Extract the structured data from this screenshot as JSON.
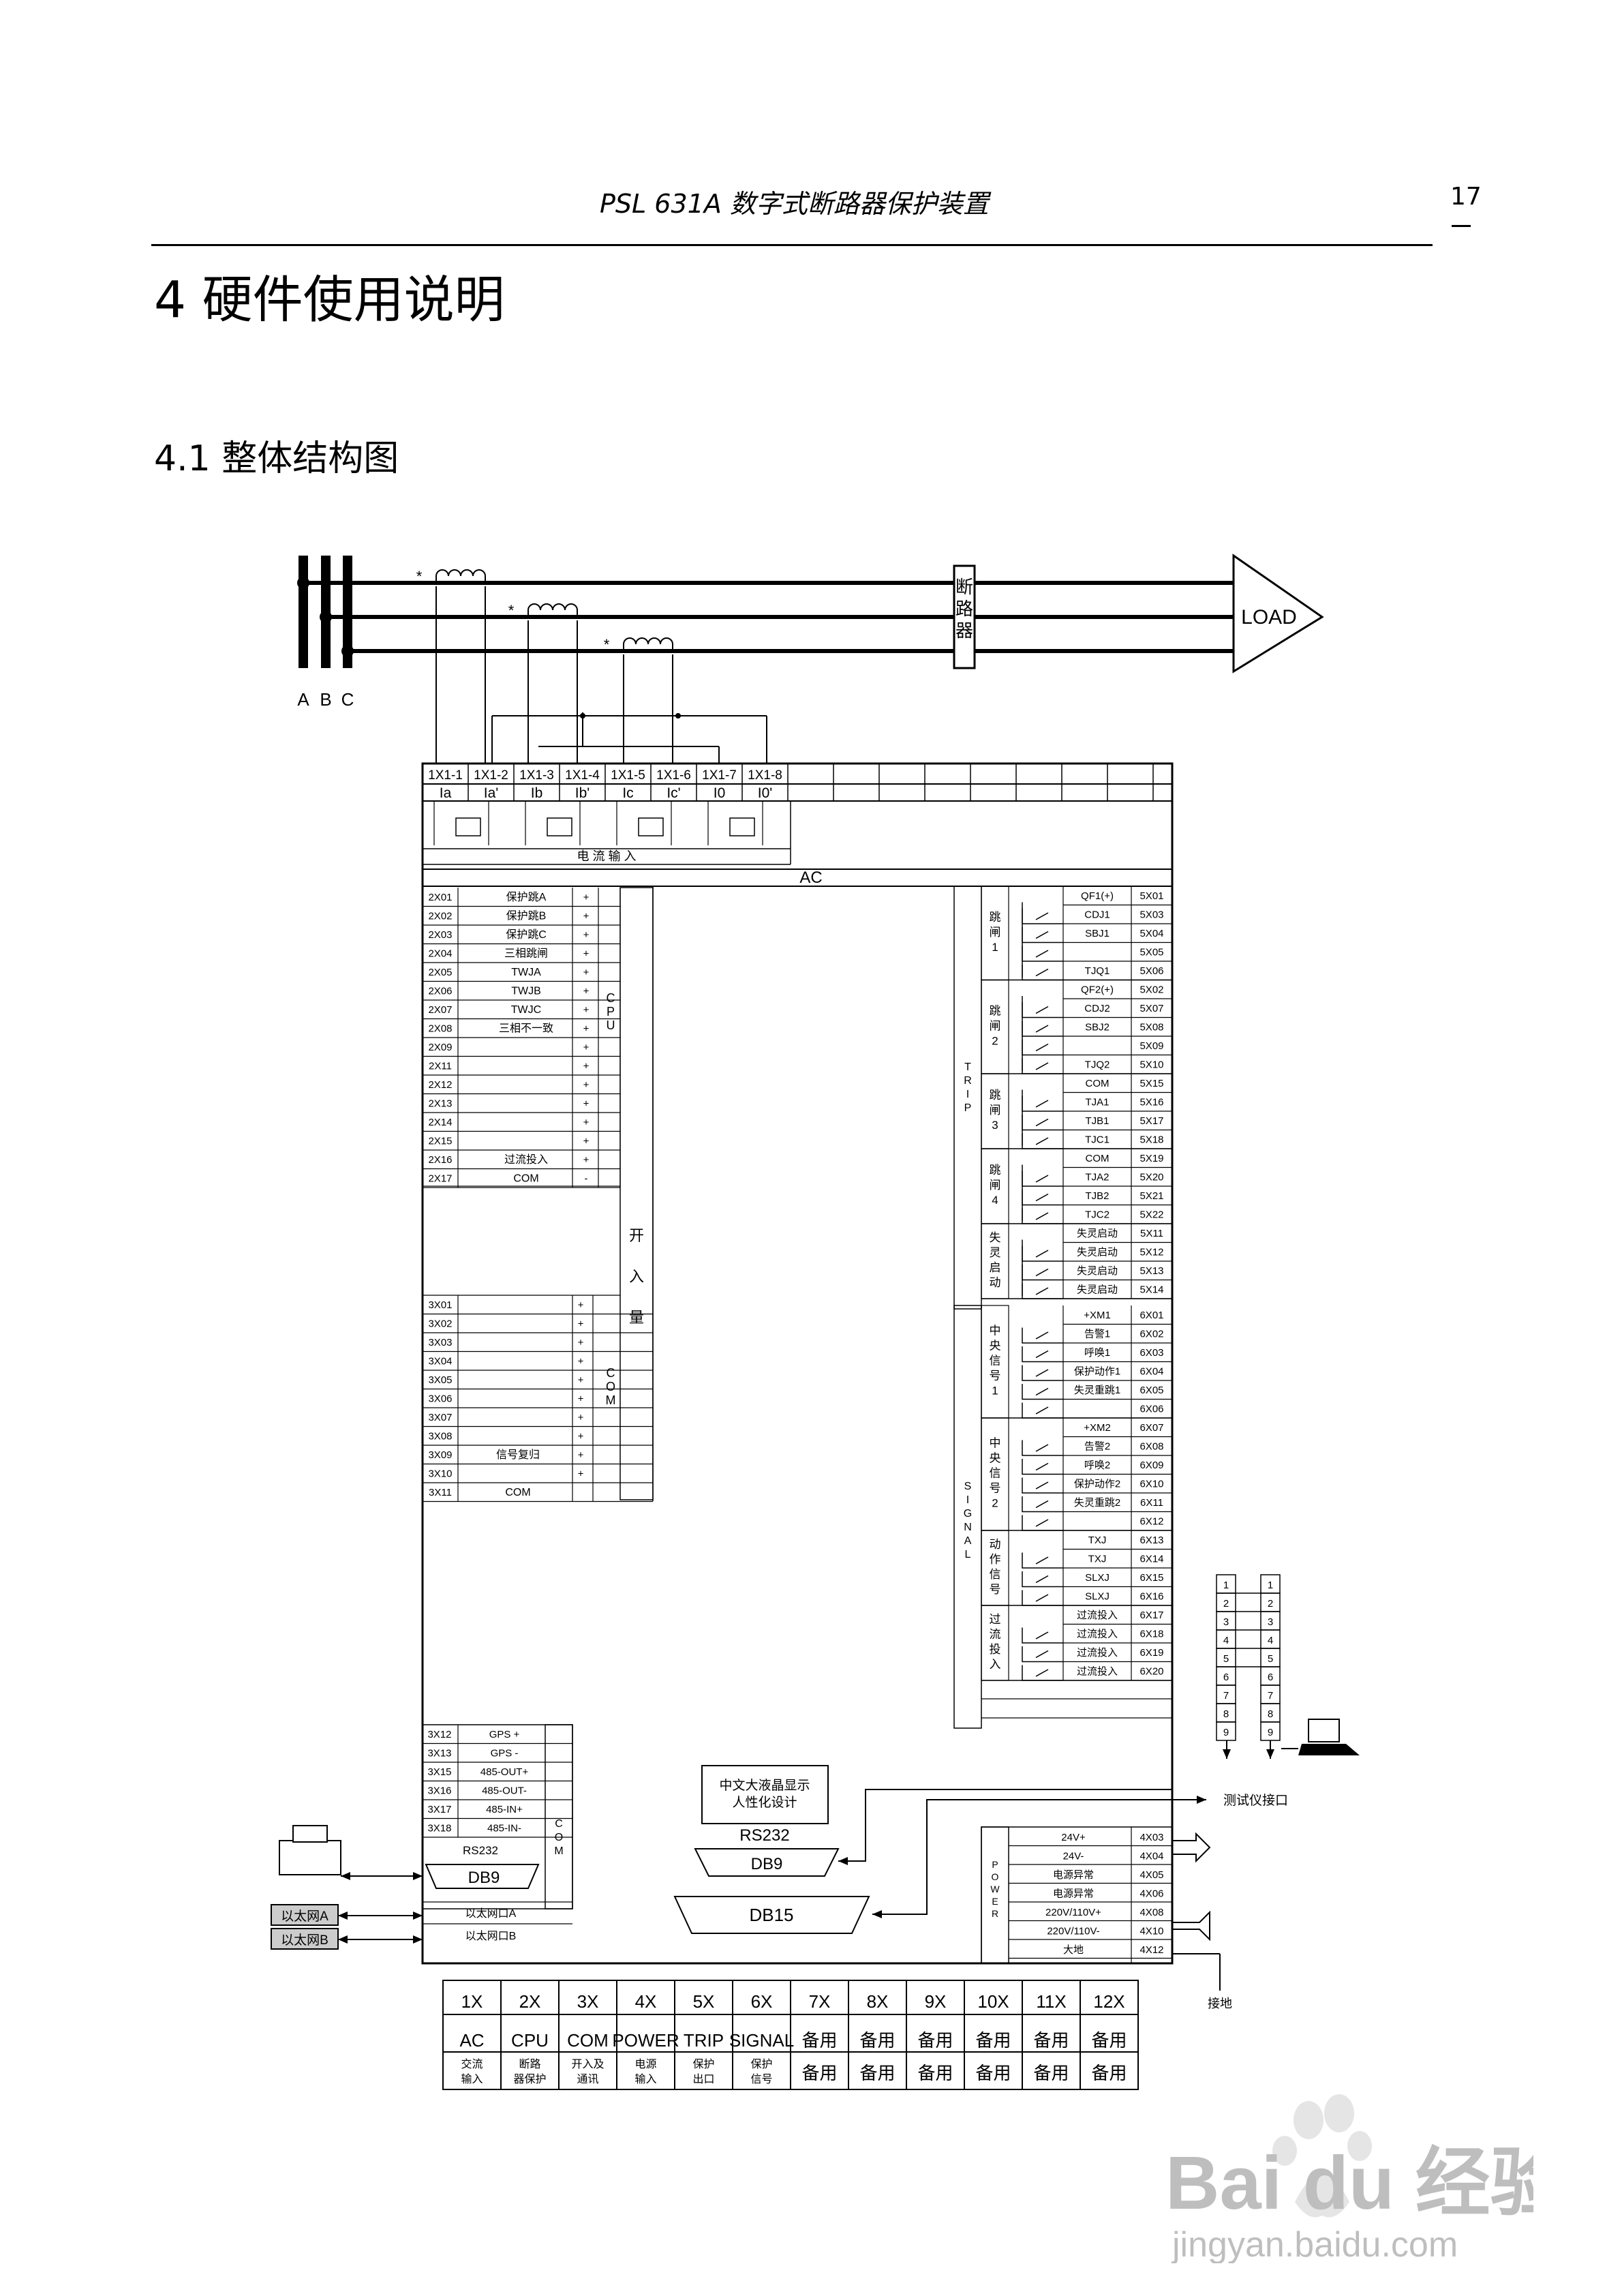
{
  "header": {
    "title": "PSL 631A 数字式断路器保护装置",
    "page": "17"
  },
  "chapter": "4  硬件使用说明",
  "section": "4.1 整体结构图",
  "busbar": {
    "phases": [
      "A",
      "B",
      "C"
    ],
    "breaker": "断路器",
    "load": "LOAD"
  },
  "ac": {
    "terminals": [
      "1X1-1",
      "1X1-2",
      "1X1-3",
      "1X1-4",
      "1X1-5",
      "1X1-6",
      "1X1-7",
      "1X1-8"
    ],
    "labels": [
      "Ia",
      "Ia'",
      "Ib",
      "Ib'",
      "Ic",
      "Ic'",
      "I0",
      "I0'"
    ],
    "caption": "电  流  输  入",
    "title": "AC"
  },
  "cpu": {
    "title": "CPU",
    "board": "开 入 量",
    "rows": [
      [
        "2X01",
        "保护跳A",
        "+"
      ],
      [
        "2X02",
        "保护跳B",
        "+"
      ],
      [
        "2X03",
        "保护跳C",
        "+"
      ],
      [
        "2X04",
        "三相跳闸",
        "+"
      ],
      [
        "2X05",
        "TWJA",
        "+"
      ],
      [
        "2X06",
        "TWJB",
        "+"
      ],
      [
        "2X07",
        "TWJC",
        "+"
      ],
      [
        "2X08",
        "三相不一致",
        "+"
      ],
      [
        "2X09",
        "",
        "+"
      ],
      [
        "2X11",
        "",
        "+"
      ],
      [
        "2X12",
        "",
        "+"
      ],
      [
        "2X13",
        "",
        "+"
      ],
      [
        "2X14",
        "",
        "+"
      ],
      [
        "2X15",
        "",
        "+"
      ],
      [
        "2X16",
        "过流投入",
        "+"
      ],
      [
        "2X17",
        "COM",
        "-"
      ]
    ]
  },
  "com": {
    "title": "COM",
    "rows": [
      [
        "3X01",
        "",
        "+"
      ],
      [
        "3X02",
        "",
        "+"
      ],
      [
        "3X03",
        "",
        "+"
      ],
      [
        "3X04",
        "",
        "+"
      ],
      [
        "3X05",
        "",
        "+"
      ],
      [
        "3X06",
        "",
        "+"
      ],
      [
        "3X07",
        "",
        "+"
      ],
      [
        "3X08",
        "",
        "+"
      ],
      [
        "3X09",
        "信号复归",
        "+"
      ],
      [
        "3X10",
        "",
        "+"
      ],
      [
        "3X11",
        "COM",
        ""
      ]
    ],
    "bottom_rows": [
      [
        "3X12",
        "GPS +"
      ],
      [
        "3X13",
        "GPS -"
      ],
      [
        "3X15",
        "485-OUT+"
      ],
      [
        "3X16",
        "485-OUT-"
      ],
      [
        "3X17",
        "485-IN+"
      ],
      [
        "3X18",
        "485-IN-"
      ]
    ],
    "rs232": "RS232",
    "db9": "DB9",
    "net_a": "以太网口A",
    "net_b": "以太网口B",
    "ext_a": "以太网A",
    "ext_b": "以太网B"
  },
  "trip": {
    "title": "TRIP",
    "groups": [
      {
        "name": "跳闸1",
        "items": [
          [
            "QF1(+)",
            "5X01"
          ],
          [
            "CDJ1",
            "5X03"
          ],
          [
            "SBJ1",
            "5X04"
          ],
          [
            "",
            "5X05"
          ],
          [
            "TJQ1",
            "5X06"
          ]
        ]
      },
      {
        "name": "跳闸2",
        "items": [
          [
            "QF2(+)",
            "5X02"
          ],
          [
            "CDJ2",
            "5X07"
          ],
          [
            "SBJ2",
            "5X08"
          ],
          [
            "",
            "5X09"
          ],
          [
            "TJQ2",
            "5X10"
          ]
        ]
      },
      {
        "name": "跳闸3",
        "items": [
          [
            "COM",
            "5X15"
          ],
          [
            "TJA1",
            "5X16"
          ],
          [
            "TJB1",
            "5X17"
          ],
          [
            "TJC1",
            "5X18"
          ]
        ]
      },
      {
        "name": "跳闸4",
        "items": [
          [
            "COM",
            "5X19"
          ],
          [
            "TJA2",
            "5X20"
          ],
          [
            "TJB2",
            "5X21"
          ],
          [
            "TJC2",
            "5X22"
          ]
        ]
      },
      {
        "name": "失灵启动",
        "items": [
          [
            "失灵启动",
            "5X11"
          ],
          [
            "失灵启动",
            "5X12"
          ],
          [
            "失灵启动",
            "5X13"
          ],
          [
            "失灵启动",
            "5X14"
          ]
        ]
      }
    ]
  },
  "signal": {
    "title": "SIGNAL",
    "groups": [
      {
        "name": "中央信号1",
        "items": [
          [
            "+XM1",
            "6X01"
          ],
          [
            "告警1",
            "6X02"
          ],
          [
            "呼唤1",
            "6X03"
          ],
          [
            "保护动作1",
            "6X04"
          ],
          [
            "失灵重跳1",
            "6X05"
          ],
          [
            "",
            "6X06"
          ]
        ]
      },
      {
        "name": "中央信号2",
        "items": [
          [
            "+XM2",
            "6X07"
          ],
          [
            "告警2",
            "6X08"
          ],
          [
            "呼唤2",
            "6X09"
          ],
          [
            "保护动作2",
            "6X10"
          ],
          [
            "失灵重跳2",
            "6X11"
          ],
          [
            "",
            "6X12"
          ]
        ]
      },
      {
        "name": "动作信号",
        "items": [
          [
            "TXJ",
            "6X13"
          ],
          [
            "TXJ",
            "6X14"
          ],
          [
            "SLXJ",
            "6X15"
          ],
          [
            "SLXJ",
            "6X16"
          ]
        ]
      },
      {
        "name": "过流投入",
        "items": [
          [
            "过流投入",
            "6X17"
          ],
          [
            "过流投入",
            "6X18"
          ],
          [
            "过流投入",
            "6X19"
          ],
          [
            "过流投入",
            "6X20"
          ]
        ]
      }
    ]
  },
  "power": {
    "title": "POWER",
    "rows": [
      [
        "24V+",
        "4X03"
      ],
      [
        "24V-",
        "4X04"
      ],
      [
        "电源异常",
        "4X05"
      ],
      [
        "电源异常",
        "4X06"
      ],
      [
        "220V/110V+",
        "4X08"
      ],
      [
        "220V/110V-",
        "4X10"
      ],
      [
        "大地",
        "4X12"
      ]
    ],
    "ground": "接地"
  },
  "lcd": {
    "line1": "中文大液晶显示",
    "line2": "人性化设计",
    "rs232": "RS232",
    "db9": "DB9",
    "db15": "DB15"
  },
  "test": {
    "label": "测试仪接口",
    "pins": [
      "1",
      "2",
      "3",
      "4",
      "5",
      "6",
      "7",
      "8",
      "9"
    ]
  },
  "slots": {
    "ids": [
      "1X",
      "2X",
      "3X",
      "4X",
      "5X",
      "6X",
      "7X",
      "8X",
      "9X",
      "10X",
      "11X",
      "12X"
    ],
    "names": [
      "AC",
      "CPU",
      "COM",
      "POWER",
      "TRIP",
      "SIGNAL",
      "备用",
      "备用",
      "备用",
      "备用",
      "备用",
      "备用"
    ],
    "desc": [
      [
        "交流",
        "输入"
      ],
      [
        "断路",
        "器保护"
      ],
      [
        "开入及",
        "通讯"
      ],
      [
        "电源",
        "输入"
      ],
      [
        "保护",
        "出口"
      ],
      [
        "保护",
        "信号"
      ],
      [
        "备用",
        ""
      ],
      [
        "备用",
        ""
      ],
      [
        "备用",
        ""
      ],
      [
        "备用",
        ""
      ],
      [
        "备用",
        ""
      ],
      [
        "备用",
        ""
      ]
    ]
  },
  "watermark": {
    "brand": "Bai du 经验",
    "url": "jingyan.baidu.com"
  }
}
